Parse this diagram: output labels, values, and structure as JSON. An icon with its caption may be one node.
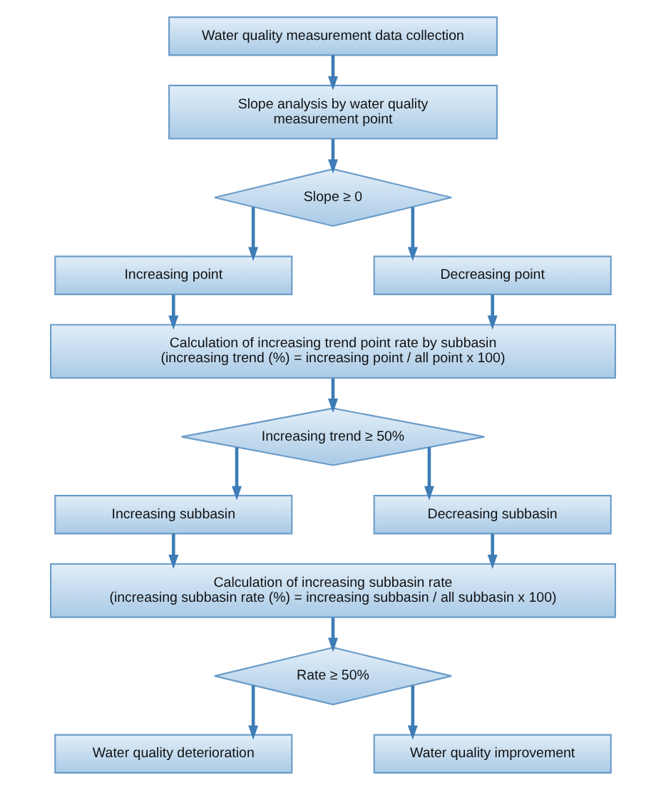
{
  "diagram": {
    "nodes": [
      {
        "text": [
          "Water quality measurement data collection"
        ]
      },
      {
        "text": [
          "Slope analysis by water quality measurement point"
        ]
      },
      {
        "text": [
          "Slope ≥ 0"
        ]
      },
      {
        "text": [
          "Increasing point"
        ]
      },
      {
        "text": [
          "Decreasing point"
        ]
      },
      {
        "text": [
          "Calculation of increasing trend point rate by subbasin",
          "(increasing trend (%) = increasing point / all point x 100)"
        ]
      },
      {
        "text": [
          "Increasing trend ≥ 50%"
        ]
      },
      {
        "text": [
          "Increasing subbasin"
        ]
      },
      {
        "text": [
          "Decreasing subbasin"
        ]
      },
      {
        "text": [
          "Calculation of increasing subbasin rate",
          "(increasing subbasin rate (%) = increasing subbasin / all subbasin x 100)"
        ]
      },
      {
        "text": [
          "Rate ≥ 50%"
        ]
      },
      {
        "text": [
          "Water quality deterioration"
        ]
      },
      {
        "text": [
          "Water quality improvement"
        ]
      }
    ],
    "edges": [
      {
        "from": 0,
        "to": 1,
        "arrow": "to"
      },
      {
        "from": 1,
        "to": 2,
        "arrow": "to"
      },
      {
        "from": 2,
        "to": 3,
        "arrow": "to"
      },
      {
        "from": 2,
        "to": 4,
        "arrow": "to"
      },
      {
        "from": 3,
        "to": 5,
        "arrow": "to"
      },
      {
        "from": 4,
        "to": 5,
        "arrow": "to"
      },
      {
        "from": 5,
        "to": 6,
        "arrow": "to"
      },
      {
        "from": 6,
        "to": 7,
        "arrow": "to"
      },
      {
        "from": 6,
        "to": 8,
        "arrow": "to"
      },
      {
        "from": 7,
        "to": 9,
        "arrow": "to"
      },
      {
        "from": 8,
        "to": 9,
        "arrow": "to"
      },
      {
        "from": 9,
        "to": 10,
        "arrow": "to"
      },
      {
        "from": 10,
        "to": 11,
        "arrow": "to"
      },
      {
        "from": 10,
        "to": 12,
        "arrow": "to"
      }
    ]
  }
}
